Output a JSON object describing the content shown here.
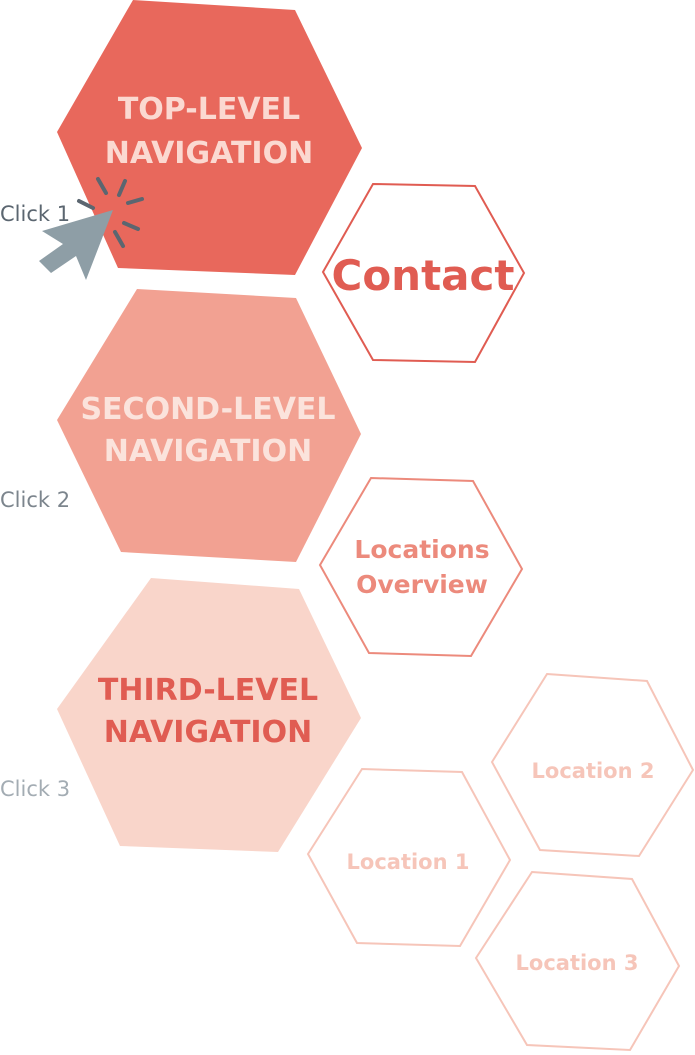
{
  "colors": {
    "top": "#e8685c",
    "second": "#f2a192",
    "third": "#f9d5ca",
    "top_text": "#fbd9d1",
    "second_text": "#fbe3dc",
    "third_text": "#e05c52",
    "contact": "#e05c52",
    "overview": "#ec8a7c",
    "locations": "#f6c5b9",
    "click1": "#5b6670",
    "click2": "#7c858d",
    "click3": "#a3acb3",
    "cursor": "#8e9ea6"
  },
  "levels": {
    "top": {
      "line1": "TOP-LEVEL",
      "line2": "NAVIGATION"
    },
    "second": {
      "line1": "SECOND-LEVEL",
      "line2": "NAVIGATION"
    },
    "third": {
      "line1": "THIRD-LEVEL",
      "line2": "NAVIGATION"
    }
  },
  "pages": {
    "contact": "Contact",
    "overview_line1": "Locations",
    "overview_line2": "Overview",
    "location1": "Location 1",
    "location2": "Location 2",
    "location3": "Location 3"
  },
  "clicks": {
    "click1": "Click 1",
    "click2": "Click 2",
    "click3": "Click 3"
  },
  "icons": {
    "cursor": "pointer-cursor-icon"
  }
}
